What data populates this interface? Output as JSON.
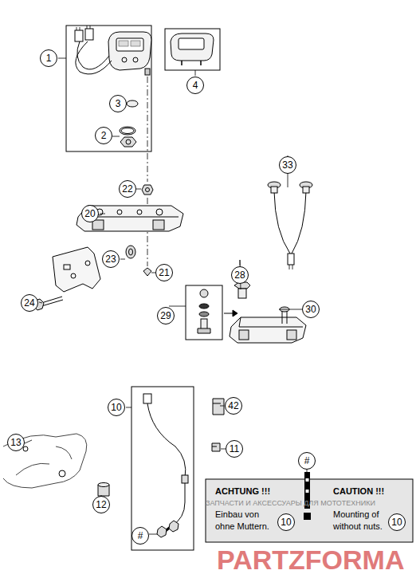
{
  "diagram": {
    "nodes": [
      {
        "text": [
          "1"
        ]
      },
      {
        "text": [
          "4"
        ]
      },
      {
        "text": [
          "3"
        ]
      },
      {
        "text": [
          "2"
        ]
      },
      {
        "text": [
          "33"
        ]
      },
      {
        "text": [
          "22"
        ]
      },
      {
        "text": [
          "20"
        ]
      },
      {
        "text": [
          "23"
        ]
      },
      {
        "text": [
          "21"
        ]
      },
      {
        "text": [
          "28"
        ]
      },
      {
        "text": [
          "24"
        ]
      },
      {
        "text": [
          "30"
        ]
      },
      {
        "text": [
          "29"
        ]
      },
      {
        "text": [
          "42"
        ]
      },
      {
        "text": [
          "10"
        ]
      },
      {
        "text": [
          "13"
        ]
      },
      {
        "text": [
          "11"
        ]
      },
      {
        "text": [
          "#"
        ]
      },
      {
        "text": [
          "ACHTUNG !!!",
          "CAUTION !!!",
          "Einbau von ohne Muttern.",
          "Mounting of without nuts."
        ]
      },
      {
        "text": [
          "10"
        ],
        "in": 18
      },
      {
        "text": [
          "10"
        ],
        "in": 18
      },
      {
        "text": [
          "12"
        ]
      },
      {
        "text": [
          "#"
        ]
      }
    ],
    "labels": [
      "ЗАПЧАСТИ И АКСЕССУАРЫ ДЛЯ МОТОТЕХНИКИ",
      "PARTZFORMA"
    ]
  }
}
